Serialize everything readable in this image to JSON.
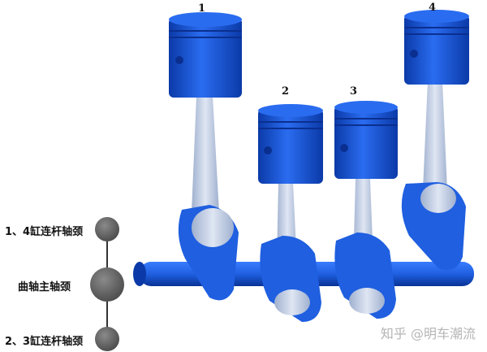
{
  "cylinders": [
    {
      "number": "1"
    },
    {
      "number": "2"
    },
    {
      "number": "3"
    },
    {
      "number": "4"
    }
  ],
  "legend": {
    "crankpin_14": "1、4缸连杆轴颈",
    "main_journal": "曲轴主轴颈",
    "crankpin_23": "2、3缸连杆轴颈"
  },
  "watermark": "知乎 @明车潮流",
  "colors": {
    "piston_blue": "#1f5fe0",
    "piston_dark": "#0b3aa8",
    "rod_light": "#c8d2e6",
    "journal_gray": "#6a6a6a"
  }
}
